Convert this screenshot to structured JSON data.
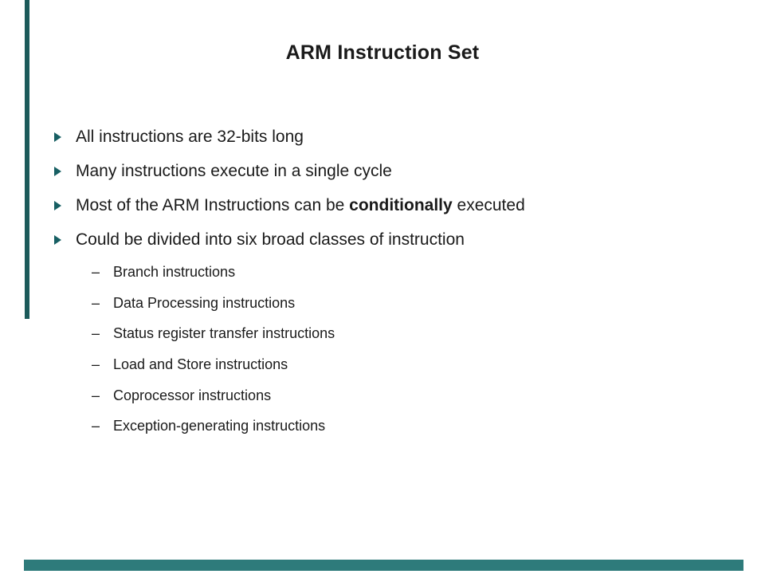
{
  "slide": {
    "title": "ARM Instruction Set",
    "bullets": [
      {
        "text": "All instructions are 32-bits long"
      },
      {
        "text": "Many instructions execute in a single cycle"
      },
      {
        "pre": "Most of the ARM Instructions can be ",
        "bold": "conditionally",
        "post": " executed"
      },
      {
        "text": "Could be divided into six broad classes of instruction"
      }
    ],
    "sub_bullet_glyph": "–",
    "sub_bullets": [
      {
        "text": "Branch instructions"
      },
      {
        "text": "Data Processing instructions"
      },
      {
        "text": "Status register transfer instructions"
      },
      {
        "text": "Load and Store instructions"
      },
      {
        "text": "Coprocessor instructions"
      },
      {
        "text": "Exception-generating instructions"
      }
    ],
    "colors": {
      "background": "#ffffff",
      "text": "#1a1a1a",
      "bullet_arrow": "#175f63",
      "left_accent_bar": "#1c5a5a",
      "bottom_accent_bar": "#2e7b7b"
    }
  }
}
